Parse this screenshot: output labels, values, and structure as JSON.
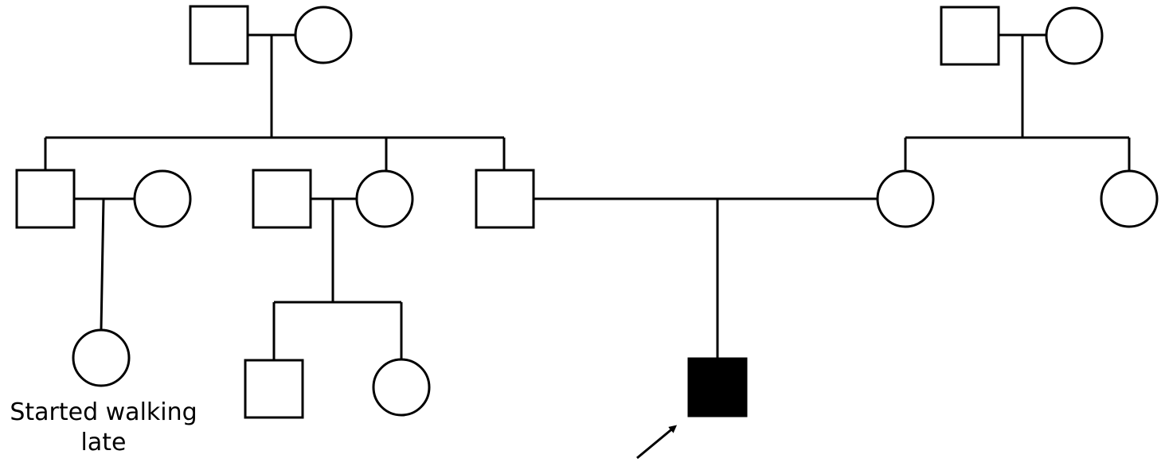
{
  "colors": {
    "line": "#000000",
    "unaffected_fill": "#ffffff",
    "affected_fill": "#000000"
  },
  "individuals": [
    {
      "id": "g1-left-male",
      "sex": "male",
      "affected": false
    },
    {
      "id": "g1-left-female",
      "sex": "female",
      "affected": false
    },
    {
      "id": "g1-right-male",
      "sex": "male",
      "affected": false
    },
    {
      "id": "g1-right-female",
      "sex": "female",
      "affected": false
    },
    {
      "id": "g2-son-1",
      "sex": "male",
      "affected": false
    },
    {
      "id": "g2-son-1-spouse",
      "sex": "female",
      "affected": false
    },
    {
      "id": "g2-son-2-spouse",
      "sex": "male",
      "affected": false
    },
    {
      "id": "g2-daughter",
      "sex": "female",
      "affected": false
    },
    {
      "id": "g2-son-3",
      "sex": "male",
      "affected": false
    },
    {
      "id": "g2-right-daughter-1",
      "sex": "female",
      "affected": false
    },
    {
      "id": "g2-right-daughter-2",
      "sex": "female",
      "affected": false
    },
    {
      "id": "g3-cousin-daughter",
      "sex": "female",
      "affected": false
    },
    {
      "id": "g3-cousin-son",
      "sex": "male",
      "affected": false
    },
    {
      "id": "g3-cousin-daughter-2",
      "sex": "female",
      "affected": false
    },
    {
      "id": "g3-proband",
      "sex": "male",
      "affected": true,
      "proband": true
    }
  ],
  "annotations": {
    "note_line1": "Started walking",
    "note_line2": "late"
  }
}
